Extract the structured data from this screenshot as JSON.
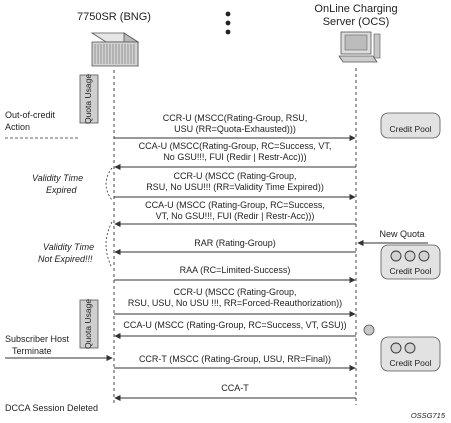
{
  "colors": {
    "line": "#333333",
    "pool_fill": "#e2e2e2",
    "pool_stroke": "#555555",
    "quota_box": "#cfcfcf",
    "token": "#d2d2d2",
    "dot": "#444444"
  },
  "entities": {
    "bng_label": "7750SR (BNG)",
    "ocs_label_line1": "OnLine Charging",
    "ocs_label_line2": "Server (OCS)",
    "bng_icon": "router-chassis-icon",
    "ocs_icon": "server-computer-icon",
    "more_icon": "vertical-ellipsis-icon"
  },
  "quota_usage_label_1": "Quota Usage",
  "quota_usage_label_2": "Quota Usage",
  "side_notes": {
    "out_of_credit_1": "Out-of-credit",
    "out_of_credit_2": "Action",
    "validity_expired_1": "Validity Time",
    "validity_expired_2": "Expired",
    "validity_not_expired_1": "Validity Time",
    "validity_not_expired_2": "Not Expired!!!",
    "subscriber_terminate_1": "Subscriber Host",
    "subscriber_terminate_2": "Terminate",
    "dcca_deleted": "DCCA Session Deleted",
    "new_quota": "New Quota"
  },
  "credit_pools": {
    "pool1_label": "Credit Pool",
    "pool2_label": "Credit Pool",
    "pool3_label": "Credit Pool",
    "pool1_tokens": 0,
    "pool2_tokens": 3,
    "pool3_tokens": 2
  },
  "messages": {
    "m1": {
      "line1": "CCR-U (MSCC(Rating-Group, RSU,",
      "line2": "USU (RR=Quota-Exhausted)))",
      "direction": "to-ocs"
    },
    "m2": {
      "line1": "CCA-U (MSCC(Rating-Group, RC=Success, VT,",
      "line2": "No GSU!!!, FUI (Redir | Restr-Acc)))",
      "direction": "to-bng"
    },
    "m3": {
      "line1": "CCR-U (MSCC (Rating-Group,",
      "line2": "RSU, No USU!!! (RR=Validity Time Expired))",
      "direction": "to-ocs"
    },
    "m4": {
      "line1": "CCA-U (MSCC (Rating-Group, RC=Success,",
      "line2": "VT, No GSU!!!, FUI (Redir | Restr-Acc)))",
      "direction": "to-bng"
    },
    "m5": {
      "line1": "RAR (Rating-Group)",
      "direction": "to-bng"
    },
    "m6": {
      "line1": "RAA (RC=Limited-Success)",
      "direction": "to-ocs"
    },
    "m7": {
      "line1": "CCR-U (MSCC (Rating-Group,",
      "line2": "RSU, USU, No USU !!!, RR=Forced-Reauthorization))",
      "direction": "to-ocs"
    },
    "m8": {
      "line1": "CCA-U (MSCC (Rating-Group, RC=Success, VT, GSU))",
      "direction": "to-bng"
    },
    "m9": {
      "line1": "CCR-T (MSCC (Rating-Group, USU, RR=Final))",
      "direction": "to-ocs"
    },
    "m10": {
      "line1": "CCA-T",
      "direction": "to-bng"
    }
  },
  "figure_id": "OSSG715"
}
